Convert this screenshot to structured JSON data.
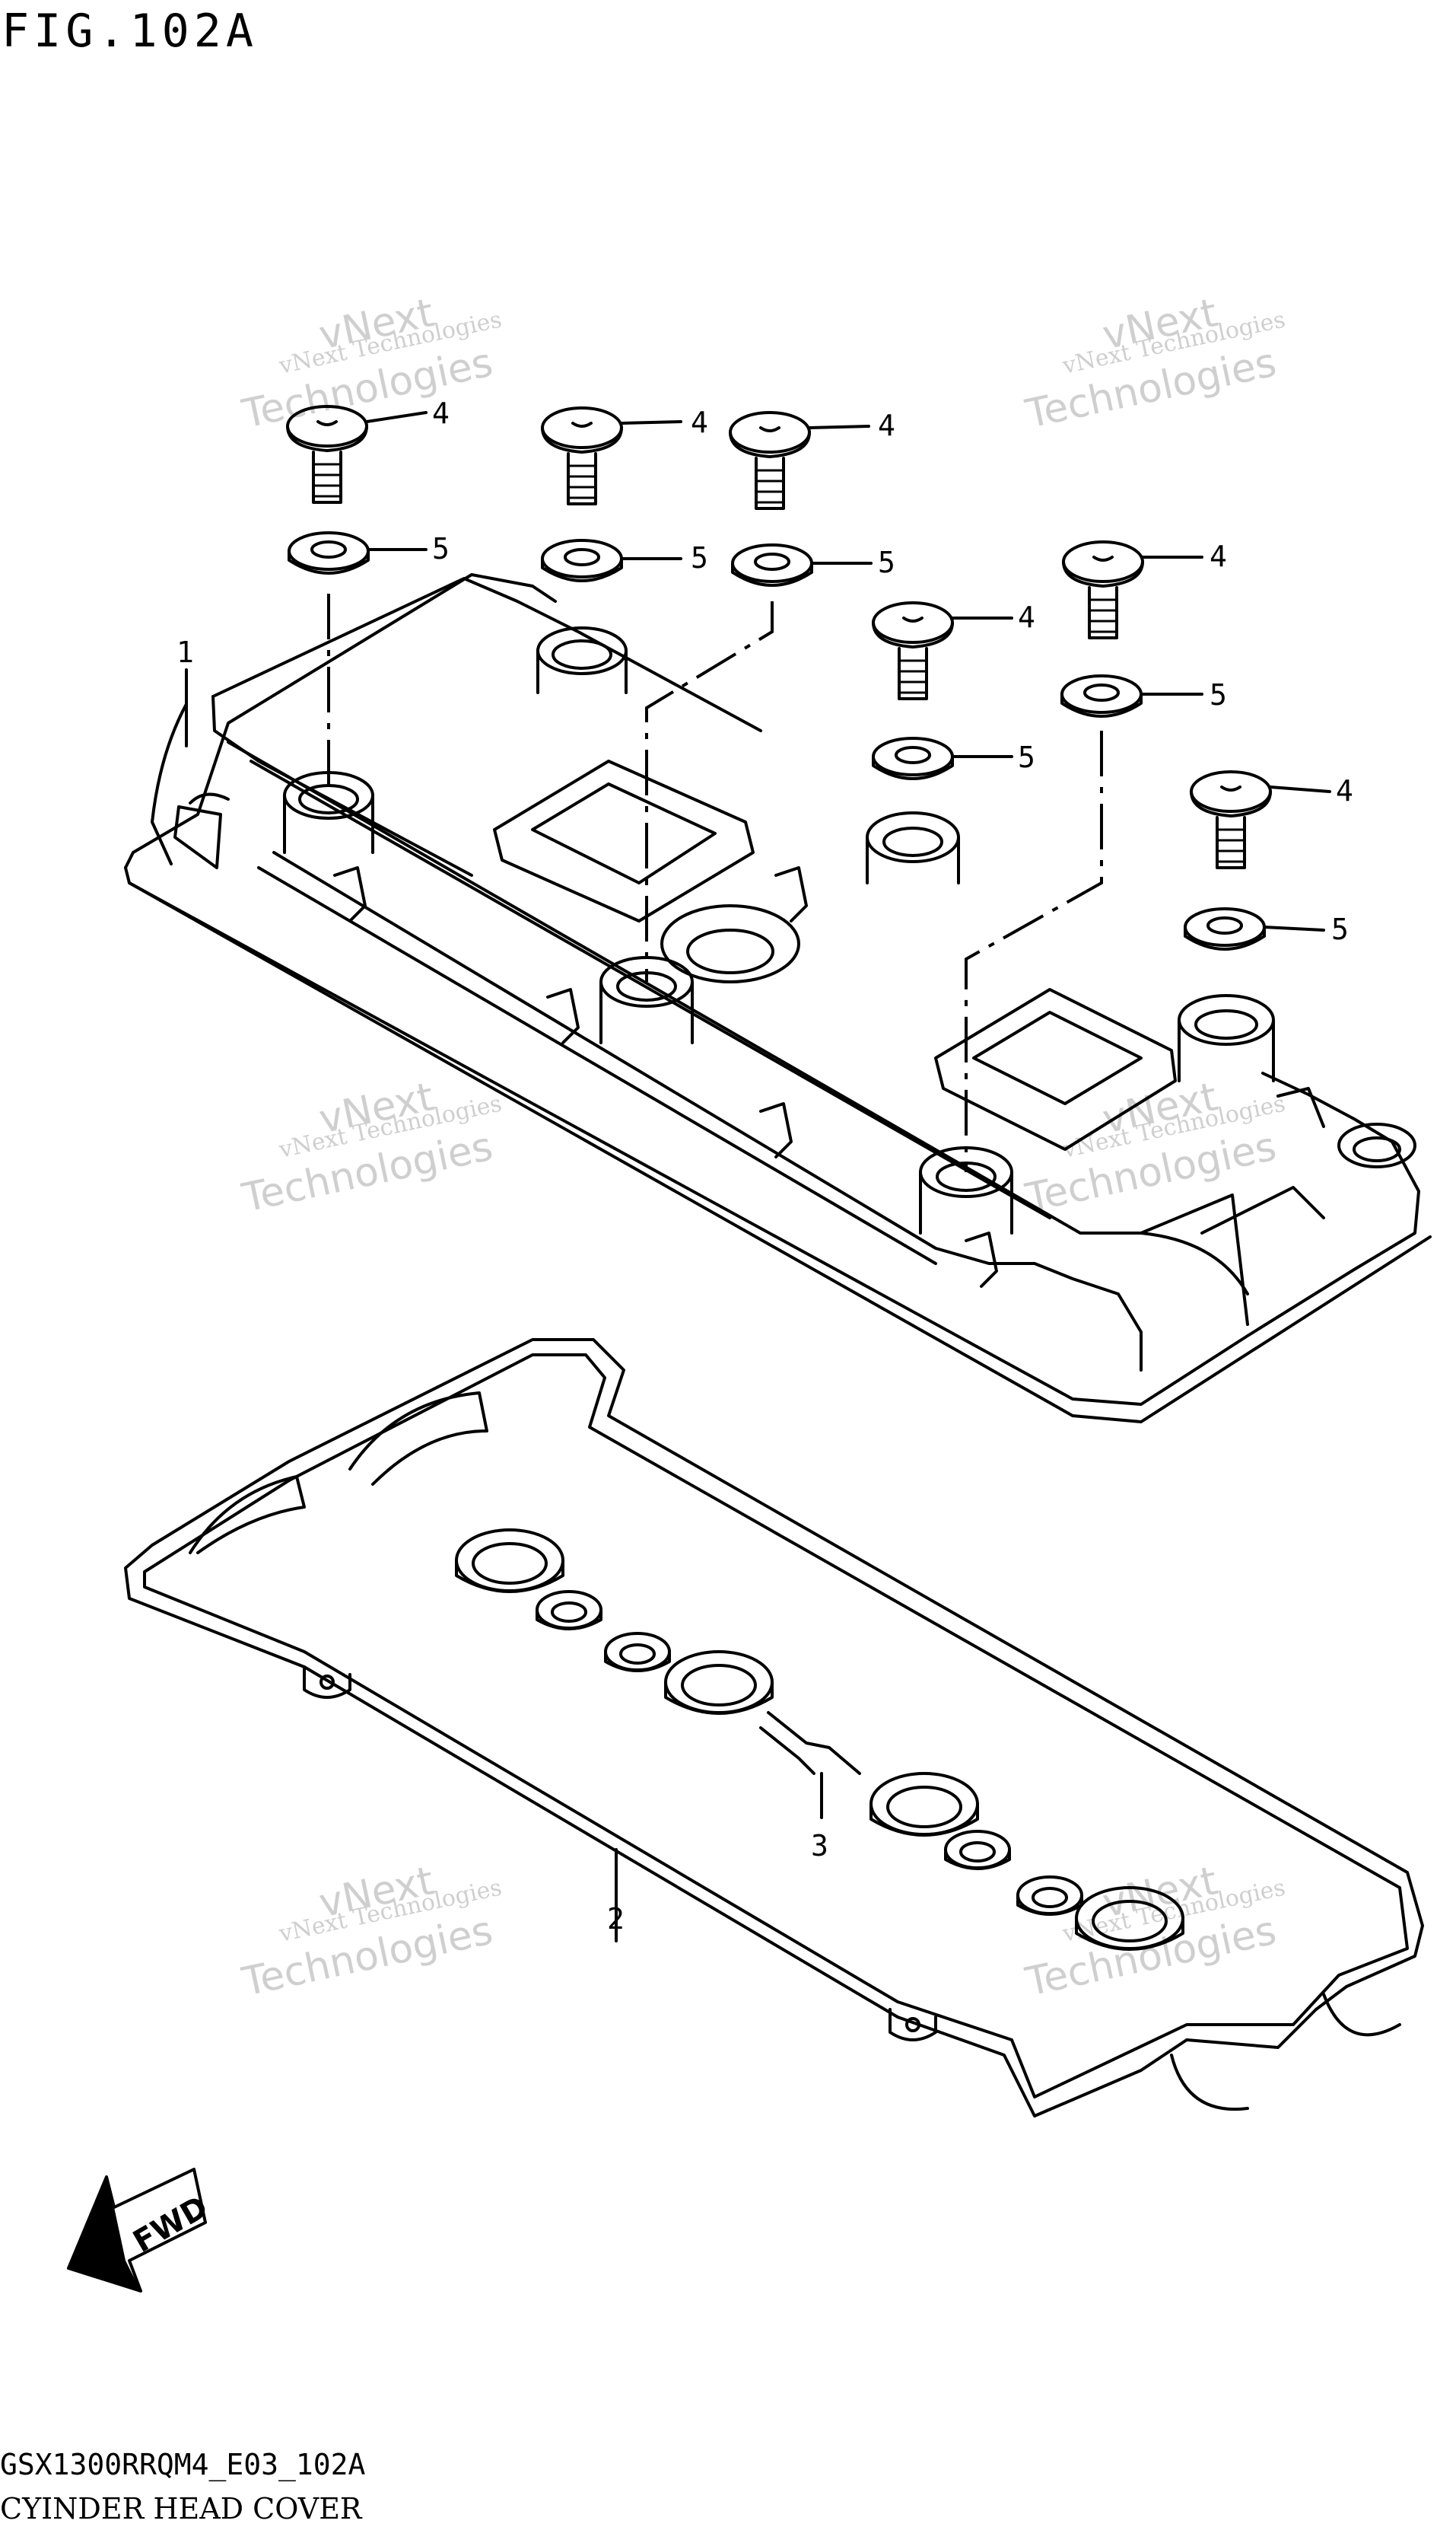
{
  "figure": {
    "title": "FIG.102A",
    "code": "GSX1300RRQM4_E03_102A",
    "name": "CYINDER HEAD COVER"
  },
  "watermarks": [
    {
      "line1": "vNext Technologies",
      "line2": "vNext",
      "line3": "Technologies"
    },
    {
      "line1": "vNext Technologies",
      "line2": "vNext",
      "line3": "Technologies"
    },
    {
      "line1": "vNext Technologies",
      "line2": "vNext",
      "line3": "Technologies"
    },
    {
      "line1": "vNext Technologies",
      "line2": "vNext",
      "line3": "Technologies"
    },
    {
      "line1": "vNext Technologies",
      "line2": "vNext",
      "line3": "Technologies"
    },
    {
      "line1": "vNext Technologies",
      "line2": "vNext",
      "line3": "Technologies"
    }
  ],
  "callouts": {
    "c1": "1",
    "c2": "2",
    "c3": "3",
    "bolt": "4",
    "washer": "5"
  },
  "fwd_label": "FWD"
}
